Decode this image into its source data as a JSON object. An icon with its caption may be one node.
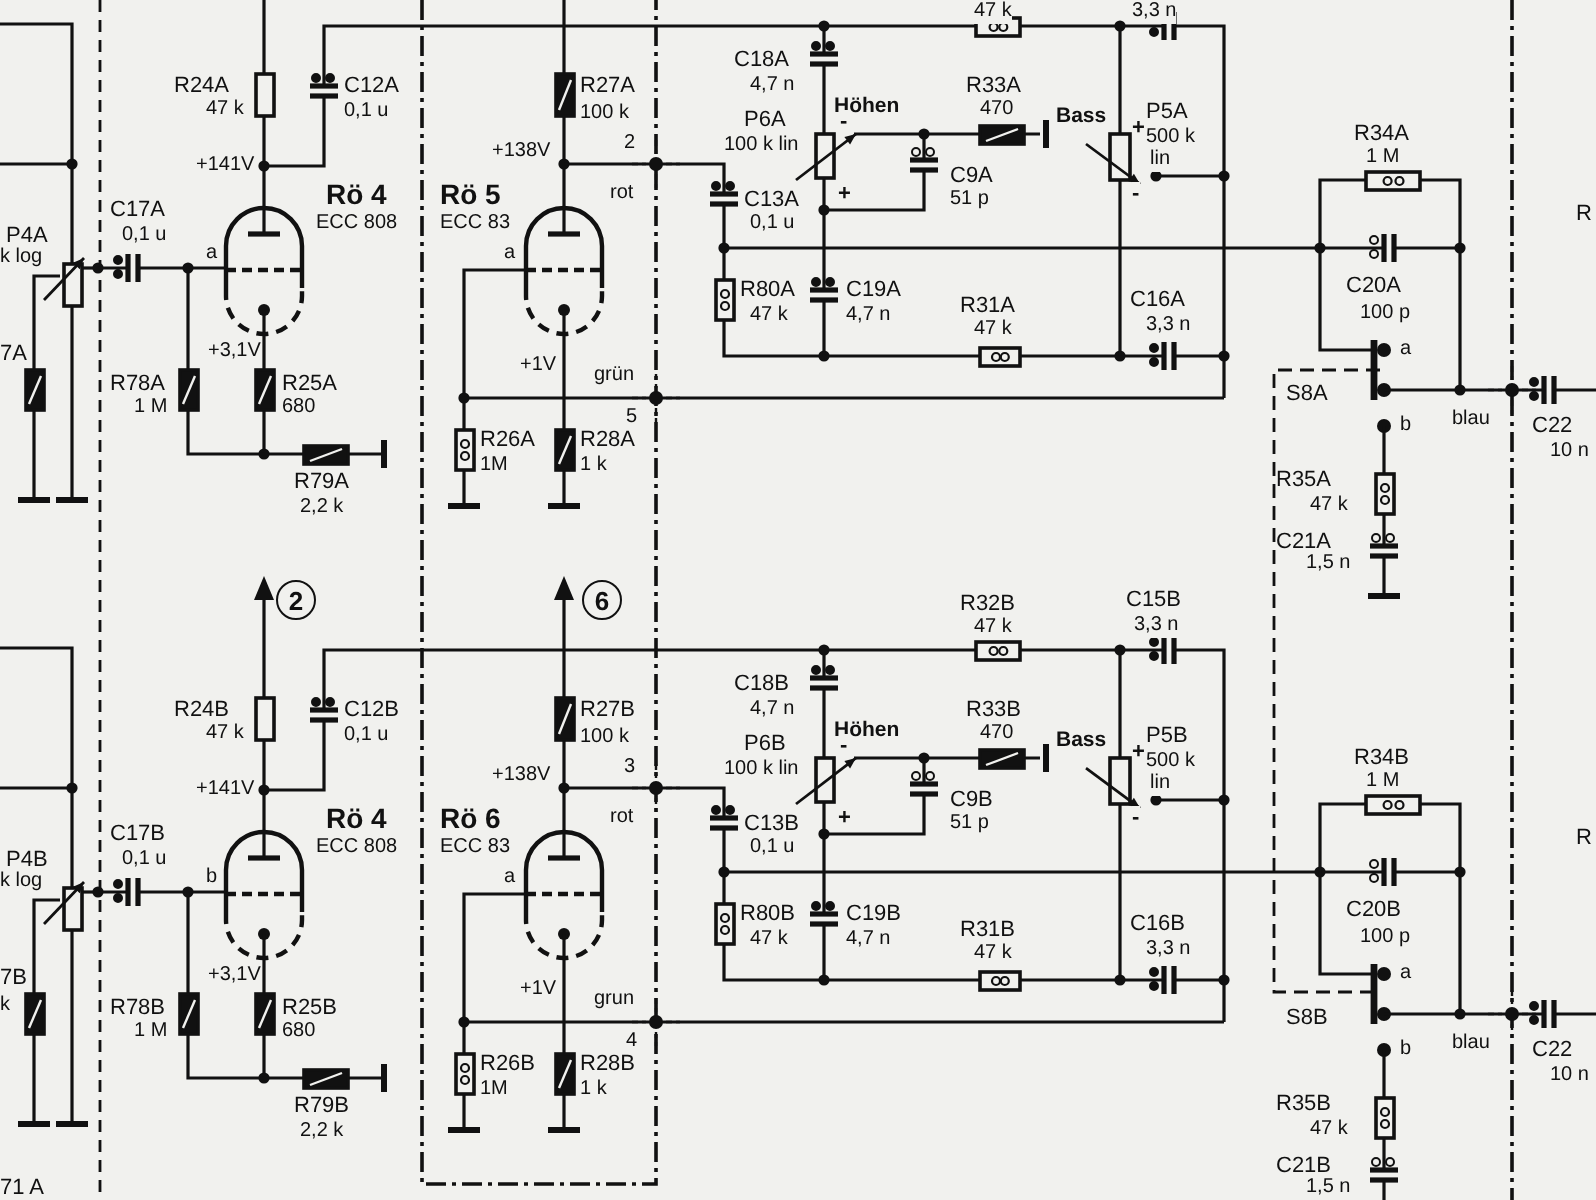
{
  "diagram": {
    "nodes": [
      {
        "text": [
          "2"
        ]
      },
      {
        "text": [
          "6"
        ]
      }
    ],
    "labels": [
      "R24A",
      "47 k",
      "C12A",
      "0,1 u",
      "+141V",
      "Rö 4",
      "ECC 808",
      "P4A",
      "k log",
      "C17A",
      "0,1 u",
      "a",
      "+3,1V",
      "7A",
      "R78A",
      "1 M",
      "R25A",
      "680",
      "R79A",
      "2,2 k",
      "Rö 5",
      "ECC 83",
      "+138V",
      "a",
      "2",
      "rot",
      "+1V",
      "grün",
      "5",
      "R26A",
      "1M",
      "R27A",
      "100 k",
      "R28A",
      "1 k",
      "C18A",
      "4,7 n",
      "Höhen",
      "-",
      "P6A",
      "100 k lin",
      "+",
      "C13A",
      "0,1 u",
      "C9A",
      "51 p",
      "R80A",
      "47 k",
      "C19A",
      "4,7 n",
      "R33A",
      "470",
      "Bass",
      "+",
      "P5A",
      "500 k",
      "lin",
      "-",
      "R31A",
      "47 k",
      "C16A",
      "3,3 n",
      "R34A",
      "1 M",
      "C20A",
      "100 p",
      "a",
      "S8A",
      "blau",
      "b",
      "C22",
      "10 n",
      "R35A",
      "47 k",
      "C21A",
      "1,5 n",
      "R",
      "R24B",
      "47 k",
      "C12B",
      "0,1 u",
      "+141V",
      "Rö 4",
      "ECC 808",
      "P4B",
      "k log",
      "C17B",
      "0,1 u",
      "b",
      "+3,1V",
      "7B",
      "R78B",
      "1 M",
      "R25B",
      "680",
      "R79B",
      "2,2 k",
      "Rö 6",
      "ECC 83",
      "+138V",
      "a",
      "3",
      "rot",
      "+1V",
      "grun",
      "4",
      "R26B",
      "1M",
      "R27B",
      "100 k",
      "R28B",
      "1 k",
      "C18B",
      "4,7 n",
      "Höhen",
      "-",
      "P6B",
      "100 k lin",
      "+",
      "C13B",
      "0,1 u",
      "C9B",
      "51 p",
      "R80B",
      "47 k",
      "C19B",
      "4,7 n",
      "R33B",
      "470",
      "Bass",
      "+",
      "P5B",
      "500 k",
      "lin",
      "-",
      "R31B",
      "47 k",
      "C16B",
      "3,3 n",
      "R34B",
      "1 M",
      "C20B",
      "100 p",
      "a",
      "S8B",
      "blau",
      "b",
      "C22",
      "10 n",
      "R35B",
      "47 k",
      "C21B",
      "1,5 n",
      "R",
      "47 k",
      "3,3 n",
      "R32B",
      "47 k",
      "C15B",
      "3,3 n",
      "k",
      "71 A"
    ]
  }
}
